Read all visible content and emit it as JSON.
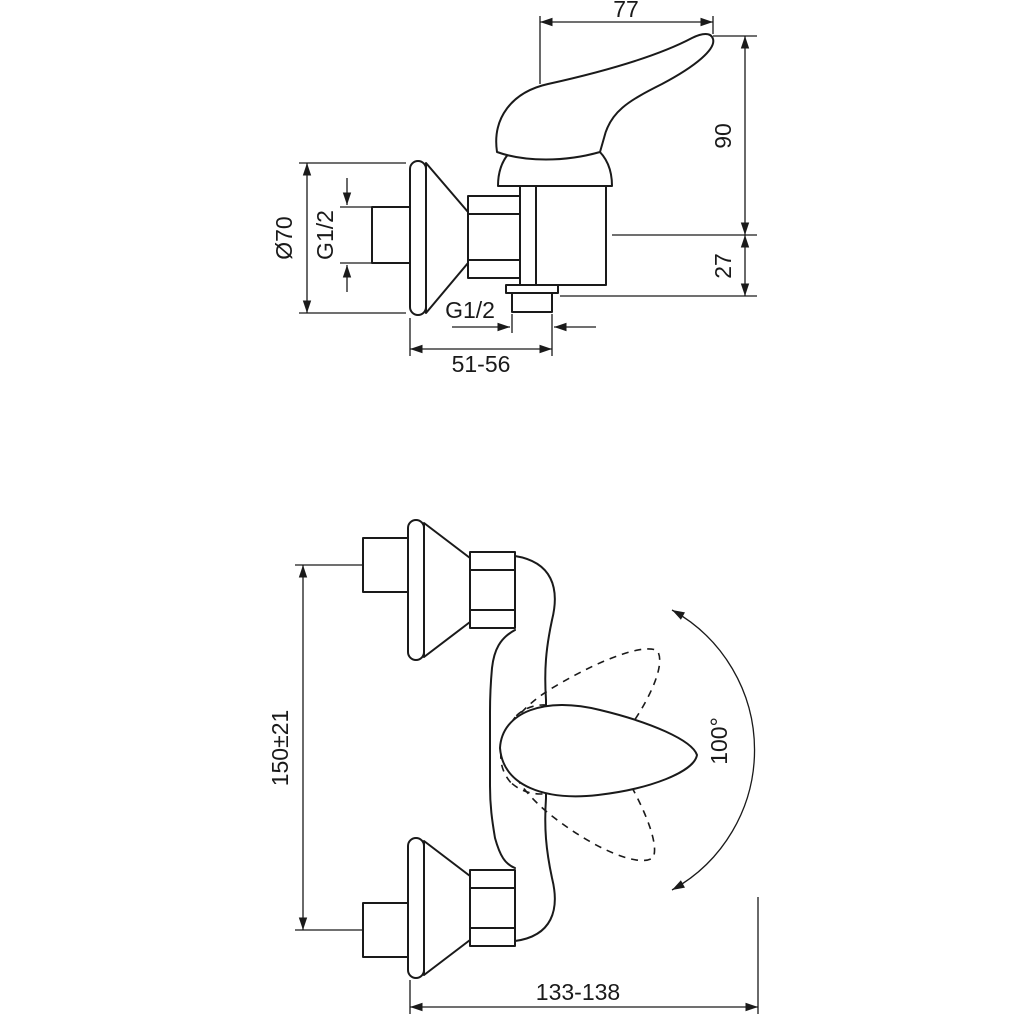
{
  "colors": {
    "background": "#ffffff",
    "line": "#1a1a1a"
  },
  "side_view": {
    "dims": {
      "handle_length": "77",
      "height_above_axis": "90",
      "outlet_below_axis": "27",
      "escutcheon_diameter": "Ø70",
      "inlet_thread": "G1/2",
      "outlet_thread": "G1/2",
      "wall_to_outlet": "51-56"
    }
  },
  "front_view": {
    "dims": {
      "inlet_centers": "150±21",
      "handle_swing_angle": "100°",
      "overall_width": "133-138"
    }
  }
}
